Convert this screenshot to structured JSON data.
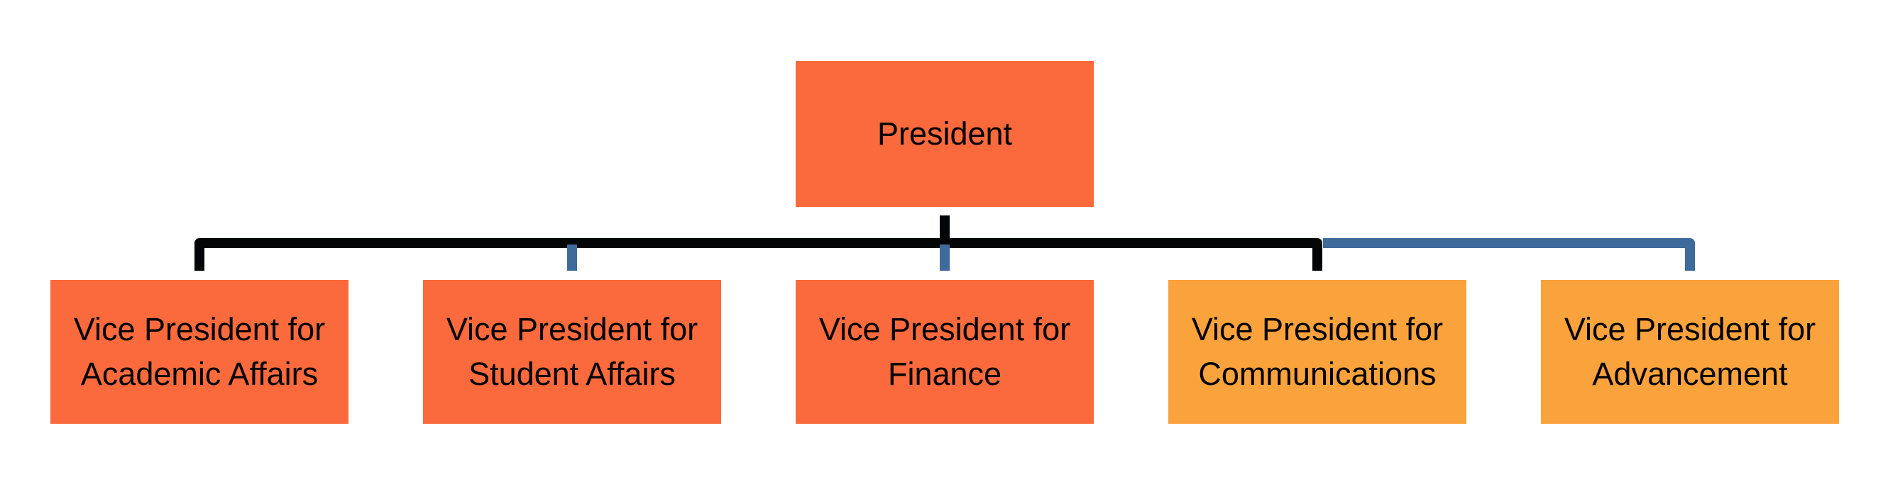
{
  "diagram": {
    "type": "org-chart",
    "root": {
      "id": "president",
      "label": "President",
      "variant": "primary"
    },
    "children": [
      {
        "id": "vp-academic-affairs",
        "label": "Vice President for Academic Affairs",
        "variant": "primary"
      },
      {
        "id": "vp-student-affairs",
        "label": "Vice President for Student Affairs",
        "variant": "primary"
      },
      {
        "id": "vp-finance",
        "label": "Vice President for Finance",
        "variant": "primary"
      },
      {
        "id": "vp-communications",
        "label": "Vice President for Communications",
        "variant": "secondary"
      },
      {
        "id": "vp-advancement",
        "label": "Vice President for Advancement",
        "variant": "secondary"
      }
    ],
    "colors": {
      "node_primary": "#FA6A3C",
      "node_secondary": "#FAA23C",
      "connector_dark": "#030606",
      "connector_blue": "#3E6A9C",
      "text": "#000000",
      "background": "#FFFFFF"
    }
  }
}
